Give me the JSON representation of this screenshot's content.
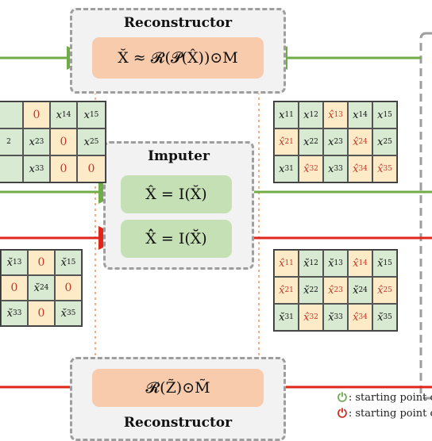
{
  "top_box": {
    "title": "Reconstructor",
    "formula": "X̆ ≈ 𝓡(𝓟(X̂))⊙M"
  },
  "middle_box": {
    "title": "Imputer",
    "formula_1": "X̂ = I(X̆)",
    "formula_2": "X̂̂ = I(X̆̆)"
  },
  "bottom_box": {
    "title": "Reconstructor",
    "formula": "𝓡(Z̃)⊙M̃"
  },
  "legend": {
    "green_text": ": starting point o",
    "red_text": ": starting point o",
    "green_color": "#6aa84f",
    "red_color": "#d0251a"
  },
  "colors": {
    "green_arrow": "#70ad47",
    "red_arrow": "#e0251b",
    "known_cell": "#d9ead3",
    "missing_cell": "#fdebc8"
  },
  "grids": {
    "left_top": [
      [
        {
          "t": "",
          "s": "",
          "k": "known"
        },
        {
          "t": "0",
          "s": "",
          "k": "zero"
        },
        {
          "t": "x",
          "s": "14",
          "k": "known"
        },
        {
          "t": "x",
          "s": "15",
          "k": "known"
        }
      ],
      [
        {
          "t": "",
          "s": "2",
          "k": "known"
        },
        {
          "t": "x",
          "s": "23",
          "k": "known"
        },
        {
          "t": "0",
          "s": "",
          "k": "zero"
        },
        {
          "t": "x",
          "s": "25",
          "k": "known"
        }
      ],
      [
        {
          "t": "",
          "s": "",
          "k": "known"
        },
        {
          "t": "x",
          "s": "33",
          "k": "known"
        },
        {
          "t": "0",
          "s": "",
          "k": "zero"
        },
        {
          "t": "0",
          "s": "",
          "k": "zero"
        }
      ]
    ],
    "right_top": [
      [
        {
          "t": "x",
          "s": "11",
          "k": "known"
        },
        {
          "t": "x",
          "s": "12",
          "k": "known"
        },
        {
          "t": "x̂",
          "s": "13",
          "k": "imp"
        },
        {
          "t": "x",
          "s": "14",
          "k": "known"
        },
        {
          "t": "x",
          "s": "15",
          "k": "known"
        }
      ],
      [
        {
          "t": "x̂",
          "s": "21",
          "k": "imp"
        },
        {
          "t": "x",
          "s": "22",
          "k": "known"
        },
        {
          "t": "x",
          "s": "23",
          "k": "known"
        },
        {
          "t": "x̂",
          "s": "24",
          "k": "imp"
        },
        {
          "t": "x",
          "s": "25",
          "k": "known"
        }
      ],
      [
        {
          "t": "x",
          "s": "31",
          "k": "known"
        },
        {
          "t": "x̂",
          "s": "32",
          "k": "imp"
        },
        {
          "t": "x",
          "s": "33",
          "k": "known"
        },
        {
          "t": "x̂",
          "s": "34",
          "k": "imp"
        },
        {
          "t": "x̂",
          "s": "35",
          "k": "imp"
        }
      ]
    ],
    "left_bottom": [
      [
        {
          "t": "x̆",
          "s": "13",
          "k": "known"
        },
        {
          "t": "0",
          "s": "",
          "k": "zero"
        },
        {
          "t": "x̆",
          "s": "15",
          "k": "known"
        }
      ],
      [
        {
          "t": "0",
          "s": "",
          "k": "zero"
        },
        {
          "t": "x̆",
          "s": "24",
          "k": "known"
        },
        {
          "t": "0",
          "s": "",
          "k": "zero"
        }
      ],
      [
        {
          "t": "x̆",
          "s": "33",
          "k": "known"
        },
        {
          "t": "0",
          "s": "",
          "k": "zero"
        },
        {
          "t": "x̆",
          "s": "35",
          "k": "known"
        }
      ]
    ],
    "right_bottom": [
      [
        {
          "t": "x̂",
          "s": "11",
          "k": "imp"
        },
        {
          "t": "x̆",
          "s": "12",
          "k": "known"
        },
        {
          "t": "x̆",
          "s": "13",
          "k": "known"
        },
        {
          "t": "x̂",
          "s": "14",
          "k": "imp"
        },
        {
          "t": "x̆",
          "s": "15",
          "k": "known"
        }
      ],
      [
        {
          "t": "x̂",
          "s": "21",
          "k": "imp"
        },
        {
          "t": "x̆",
          "s": "22",
          "k": "known"
        },
        {
          "t": "x̂",
          "s": "23",
          "k": "imp"
        },
        {
          "t": "x̆",
          "s": "24",
          "k": "known"
        },
        {
          "t": "x̂",
          "s": "25",
          "k": "imp"
        }
      ],
      [
        {
          "t": "x̆",
          "s": "31",
          "k": "known"
        },
        {
          "t": "x̂",
          "s": "32",
          "k": "imp"
        },
        {
          "t": "x̆",
          "s": "33",
          "k": "known"
        },
        {
          "t": "x̂",
          "s": "34",
          "k": "imp"
        },
        {
          "t": "x̆",
          "s": "35",
          "k": "known"
        }
      ]
    ]
  }
}
